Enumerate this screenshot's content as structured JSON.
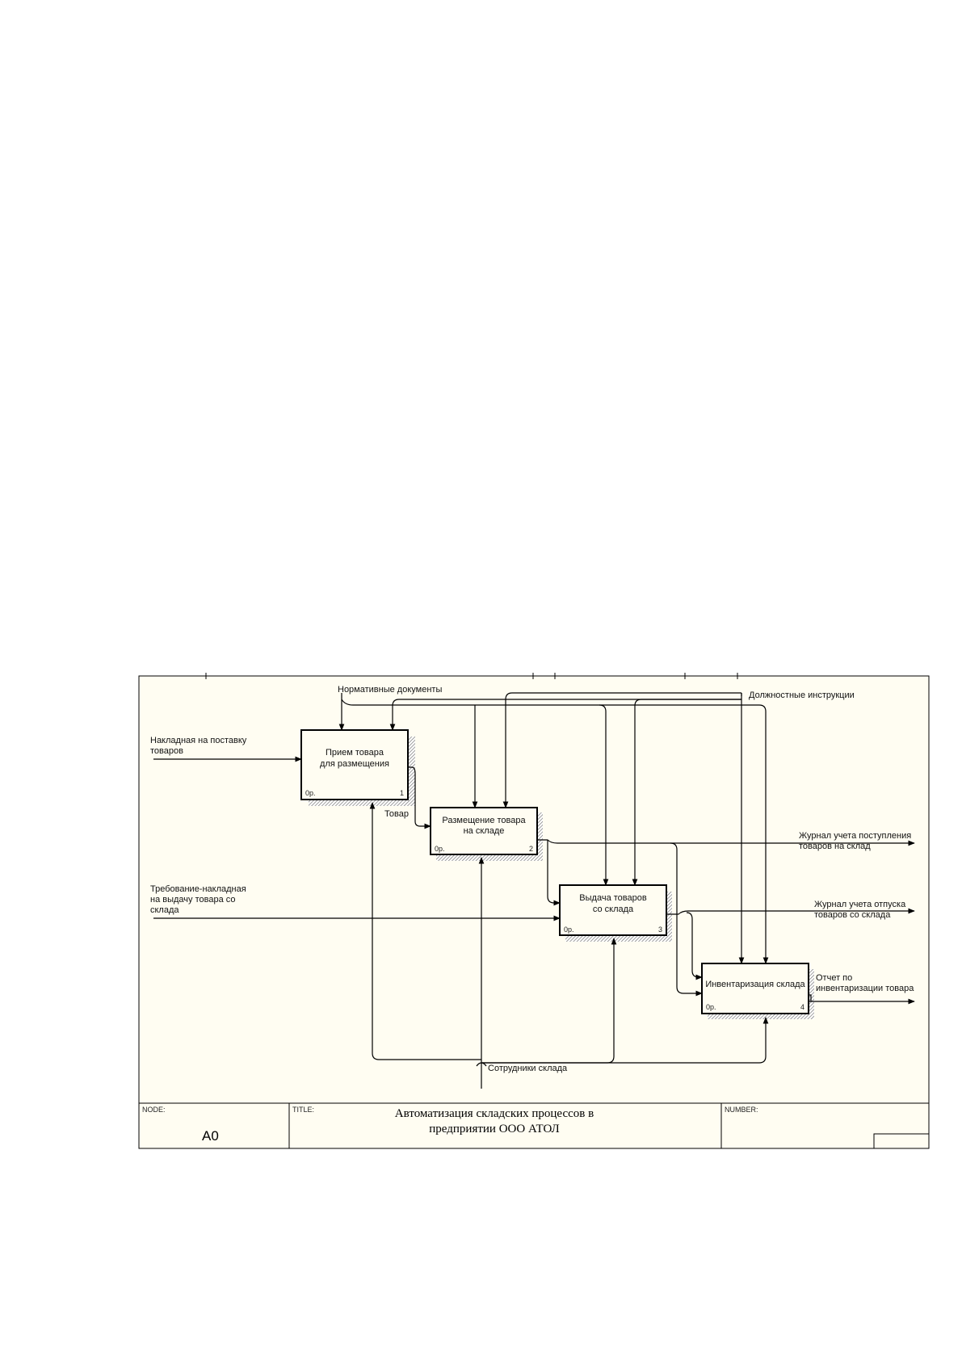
{
  "diagram": {
    "boxes": [
      {
        "label": [
          "Прием товара",
          "для размещения"
        ],
        "cost": "0р.",
        "number": "1"
      },
      {
        "label": [
          "Размещение товара",
          "на складе"
        ],
        "cost": "0р.",
        "number": "2"
      },
      {
        "label": [
          "Выдача товаров",
          "со склада"
        ],
        "cost": "0р.",
        "number": "3"
      },
      {
        "label": [
          "Инвентаризация склада"
        ],
        "cost": "0р.",
        "number": "4"
      }
    ],
    "arrows": {
      "invoice_supply": [
        "Накладная на поставку",
        "товаров"
      ],
      "requisition": [
        "Требование-накладная",
        "на выдачу товара со",
        "склада"
      ],
      "regulatory_docs": "Нормативные документы",
      "job_instructions": "Должностные инструкции",
      "goods": "Товар",
      "receipt_journal": [
        "Журнал учета поступления",
        "товаров на склад"
      ],
      "issue_journal": [
        "Журнал учета отпуска",
        "товаров со склада"
      ],
      "inventory_report": [
        "Отчет по",
        "инвентаризации товара"
      ],
      "staff": "Сотрудники склада"
    },
    "frame": {
      "node_label": "NODE:",
      "node_value": "A0",
      "title_label": "TITLE:",
      "title_lines": [
        "Автоматизация складских процессов в",
        "предприятии ООО АТОЛ"
      ],
      "number_label": "NUMBER:"
    },
    "colors": {
      "background": "#fffdf2",
      "lines": "#000000"
    }
  }
}
